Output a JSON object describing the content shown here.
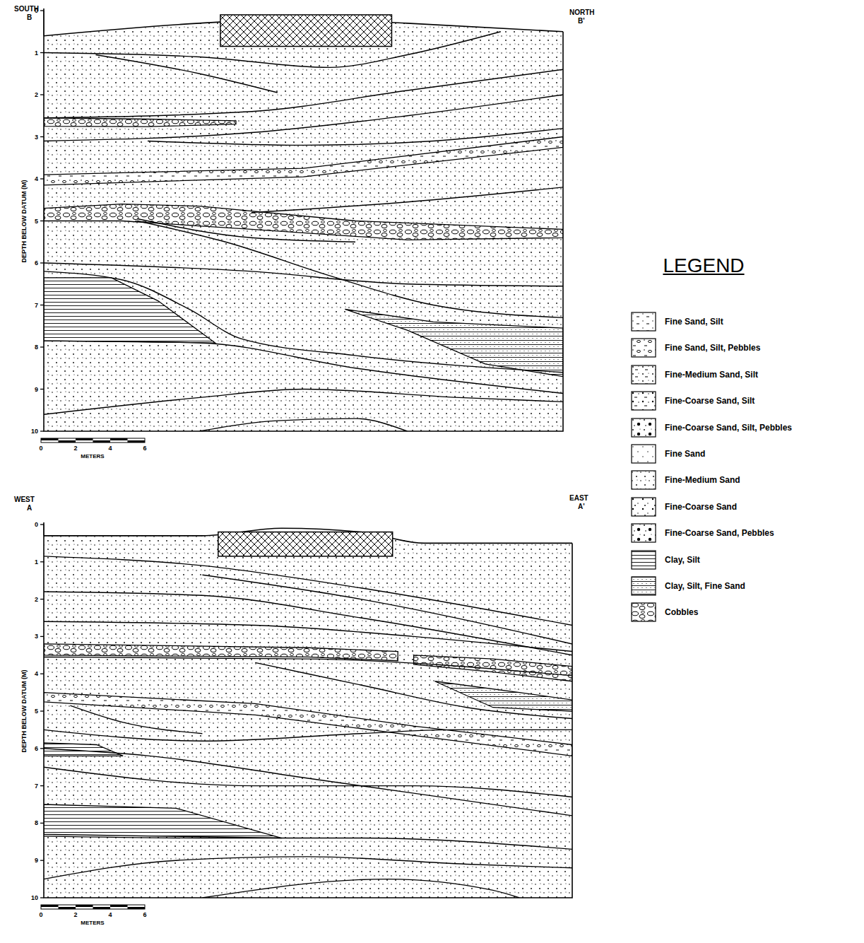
{
  "diagram": {
    "labels": [
      "SOUTH",
      "B",
      "NORTH",
      "B'",
      "DEPTH BELOW DATUM (M)",
      "0",
      "1",
      "2",
      "3",
      "4",
      "5",
      "6",
      "7",
      "8",
      "9",
      "10",
      "0",
      "2",
      "4",
      "6",
      "METERS",
      "WEST",
      "A",
      "EAST",
      "A'",
      "DEPTH BELOW DATUM (M)",
      "0",
      "1",
      "2",
      "3",
      "4",
      "5",
      "6",
      "7",
      "8",
      "9",
      "10",
      "0",
      "2",
      "4",
      "6",
      "METERS",
      "LEGEND"
    ],
    "legend": [
      {
        "text": "Fine Sand, Silt"
      },
      {
        "text": "Fine Sand, Silt, Pebbles"
      },
      {
        "text": "Fine-Medium Sand, Silt"
      },
      {
        "text": "Fine-Coarse Sand, Silt"
      },
      {
        "text": "Fine-Coarse Sand, Silt, Pebbles"
      },
      {
        "text": "Fine Sand"
      },
      {
        "text": "Fine-Medium Sand"
      },
      {
        "text": "Fine-Coarse Sand"
      },
      {
        "text": "Fine-Coarse Sand, Pebbles"
      },
      {
        "text": "Clay, Silt"
      },
      {
        "text": "Clay, Silt, Fine Sand"
      },
      {
        "text": "Cobbles"
      }
    ]
  }
}
